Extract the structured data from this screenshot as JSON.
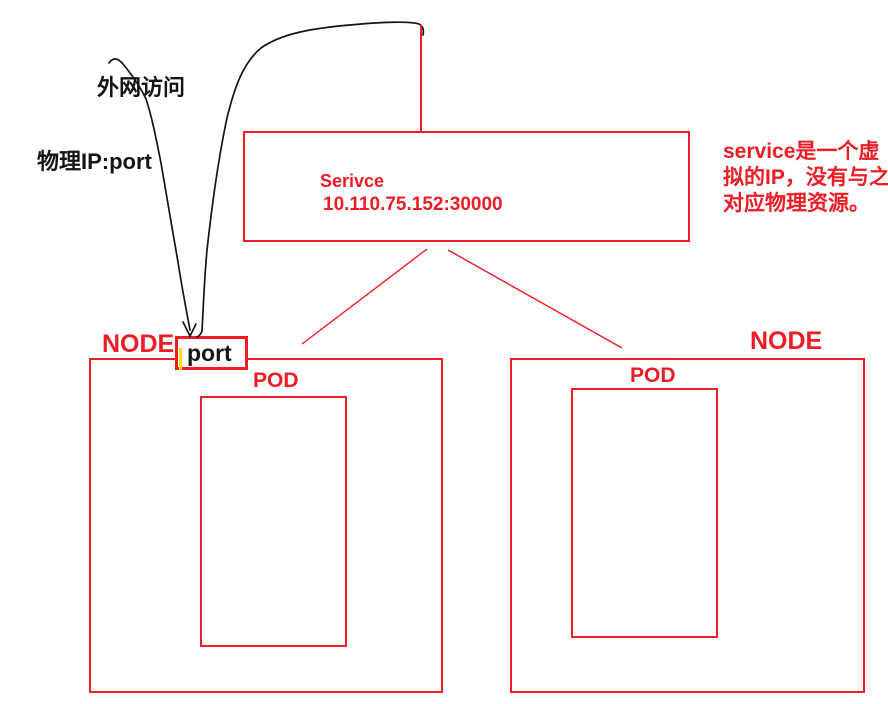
{
  "colors": {
    "red": "#ee1c25",
    "ink": "#141414",
    "yellow": "#ffdf00",
    "bg": "#ffffff"
  },
  "annotations": {
    "external_access_label": "外网访问",
    "physical_ip_label": "物理IP:port",
    "side_note_lines": [
      "service是一个虚",
      "拟的IP，没有与之",
      "对应物理资源。"
    ]
  },
  "service": {
    "name": "Serivce",
    "endpoint": "10.110.75.152:30000"
  },
  "nodes": {
    "left": {
      "label": "NODE",
      "port_label": "port",
      "pod_label": "POD"
    },
    "right": {
      "label": "NODE",
      "pod_label": "POD"
    }
  }
}
